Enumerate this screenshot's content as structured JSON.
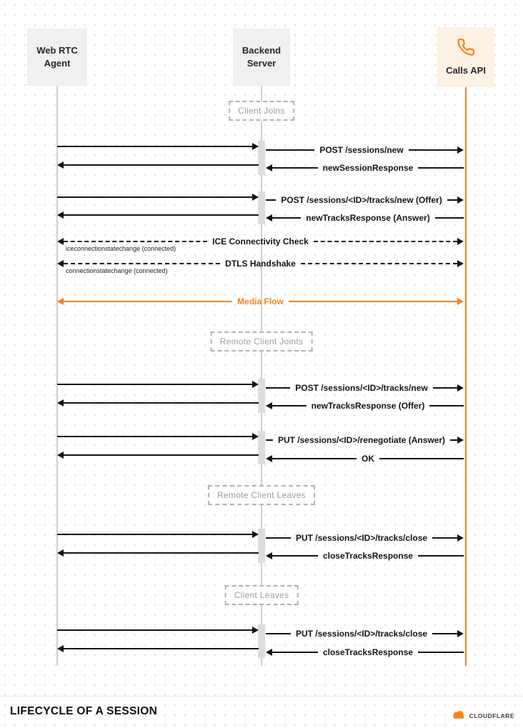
{
  "title": "Lifecycle of a Session sequence diagram",
  "colors": {
    "accent": "#f6821f",
    "lifeline_gray": "#cfcfcf",
    "arrow_black": "#141414"
  },
  "actors": [
    {
      "id": "web-rtc-agent",
      "line1": "Web RTC",
      "line2": "Agent"
    },
    {
      "id": "backend-server",
      "line1": "Backend",
      "line2": "Server"
    },
    {
      "id": "calls-api",
      "label": "Calls API",
      "icon": "phone-icon"
    }
  ],
  "phases": [
    {
      "label": "Client Joins"
    },
    {
      "label": "Remote Client Joints"
    },
    {
      "label": "Remote Client Leaves"
    },
    {
      "label": "Client Leaves"
    }
  ],
  "messages": [
    {
      "label": "POST /sessions/new",
      "direction": "right"
    },
    {
      "label": "newSessionResponse",
      "direction": "left"
    },
    {
      "label": "POST /sessions/<ID>/tracks/new (Offer)",
      "direction": "right"
    },
    {
      "label": "newTracksResponse (Answer)",
      "direction": "left"
    },
    {
      "label": "POST /sessions/<ID>/tracks/new",
      "direction": "right"
    },
    {
      "label": "newTracksResponse (Offer)",
      "direction": "left"
    },
    {
      "label": "PUT /sessions/<ID>/renegotiate (Answer)",
      "direction": "right"
    },
    {
      "label": "OK",
      "direction": "left"
    },
    {
      "label": "PUT /sessions/<ID>/tracks/close",
      "direction": "right"
    },
    {
      "label": "closeTracksResponse",
      "direction": "left"
    },
    {
      "label": "PUT /sessions/<ID>/tracks/close",
      "direction": "right"
    },
    {
      "label": "closeTracksResponse",
      "direction": "left"
    }
  ],
  "checks": [
    {
      "label": "ICE Connectivity Check",
      "note": "iceconnectionstatechange (connected)"
    },
    {
      "label": "DTLS Handshake",
      "note": "connectionstatechange (connected)"
    }
  ],
  "media_flow": {
    "label": "Media Flow"
  },
  "footer": {
    "title": "LIFECYCLE OF A SESSION",
    "brand": "CLOUDFLARE"
  }
}
